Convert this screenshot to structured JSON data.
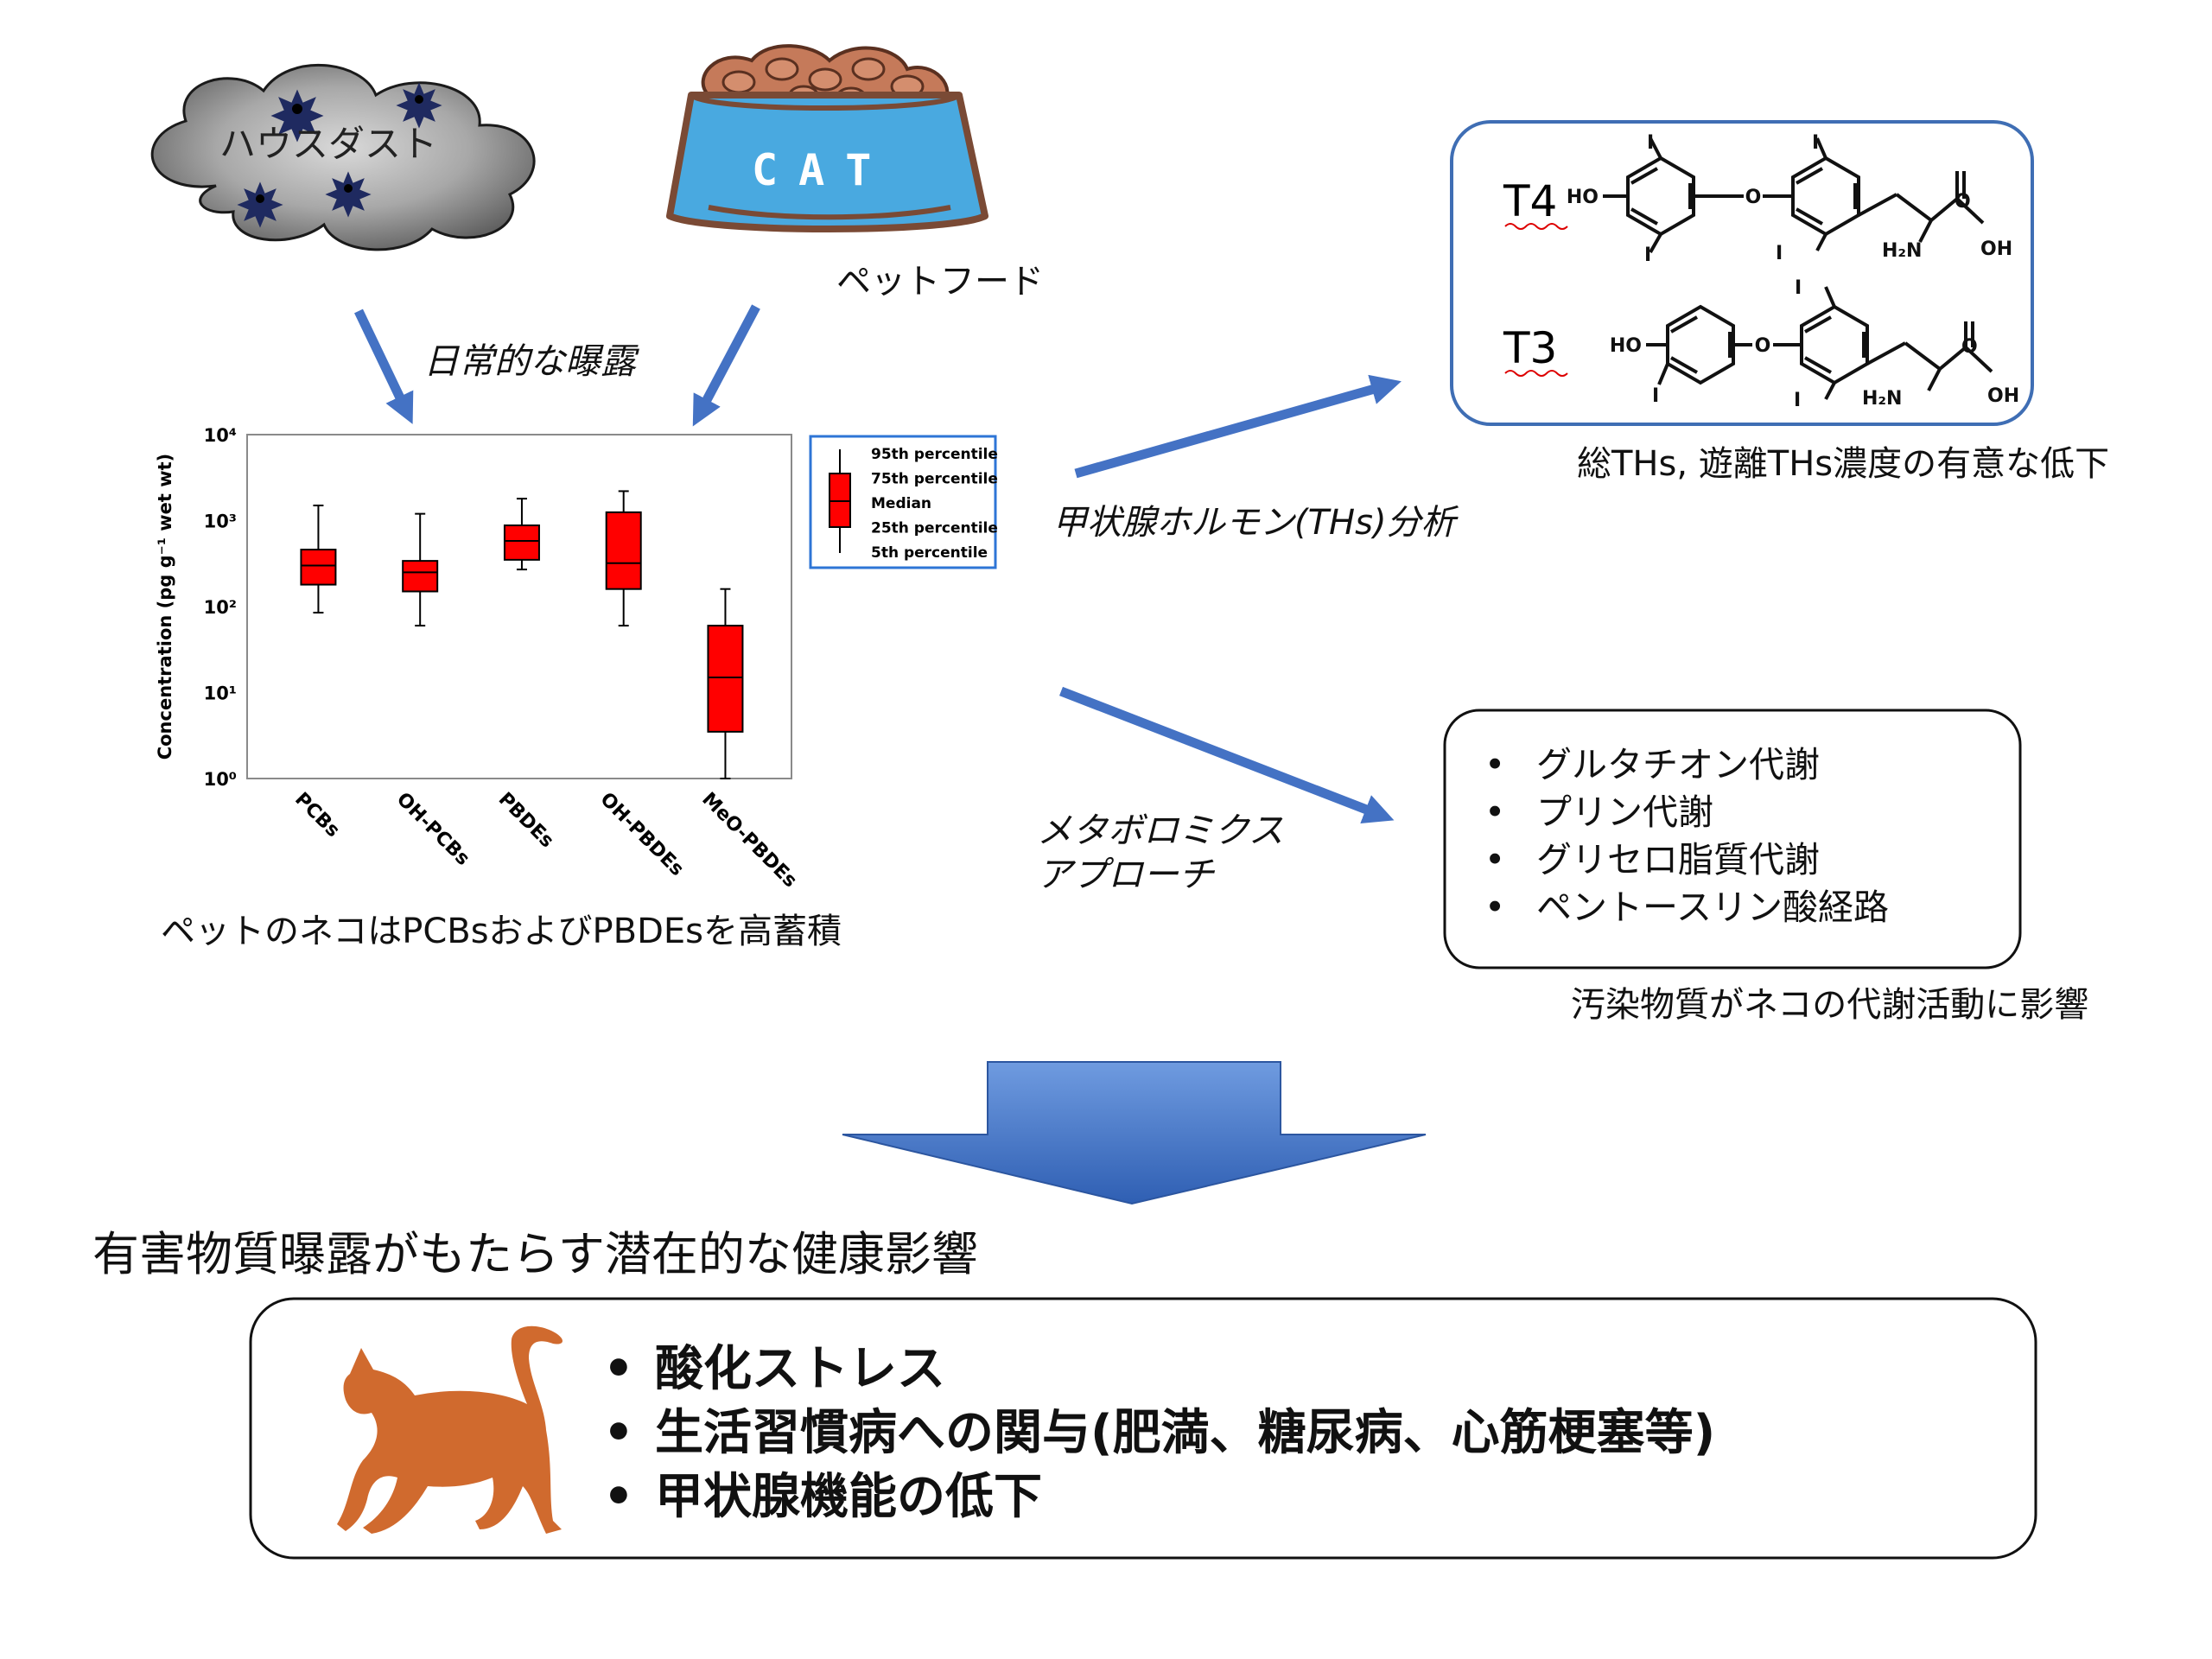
{
  "sources": {
    "dust_label": "ハウスダスト",
    "bowl_label": "CAT",
    "food_label": "ペットフード",
    "exposure_label": "日常的な曝露"
  },
  "chart_data": {
    "type": "box",
    "ylabel": "Concentration (pg g⁻¹ wet wt)",
    "yscale": "log",
    "ylim": [
      1,
      10000
    ],
    "yticks": [
      "10⁰",
      "10¹",
      "10²",
      "10³",
      "10⁴"
    ],
    "categories": [
      "PCBs",
      "OH-PCBs",
      "PBDEs",
      "OH-PBDEs",
      "MeO-PBDEs"
    ],
    "boxes": [
      {
        "p5": 85,
        "p25": 180,
        "median": 300,
        "p75": 460,
        "p95": 1500
      },
      {
        "p5": 60,
        "p25": 150,
        "median": 250,
        "p75": 340,
        "p95": 1200
      },
      {
        "p5": 270,
        "p25": 350,
        "median": 580,
        "p75": 880,
        "p95": 1800
      },
      {
        "p5": 60,
        "p25": 160,
        "median": 320,
        "p75": 1250,
        "p95": 2200
      },
      {
        "p5": 1,
        "p25": 3.5,
        "median": 15,
        "p75": 60,
        "p95": 160
      }
    ],
    "legend": [
      "95th percentile",
      "75th percentile",
      "Median",
      "25th percentile",
      "5th percentile"
    ],
    "box_color": "#ff0000"
  },
  "chart_caption": "ペットのネコはPCBsおよびPBDEsを高蓄積",
  "thyroid": {
    "arrow_label": "甲状腺ホルモン(THs)分析",
    "t4_label": "T4",
    "t3_label": "T3",
    "atoms": {
      "ho": "HO",
      "o": "O",
      "i": "I",
      "h2n": "H₂N",
      "oh": "OH"
    },
    "caption": "総THs, 遊離THs濃度の有意な低下"
  },
  "metabolomics": {
    "arrow_label_line1": "メタボロミクス",
    "arrow_label_line2": "アプローチ",
    "items": [
      "グルタチオン代謝",
      "プリン代謝",
      "グリセロ脂質代謝",
      "ペントースリン酸経路"
    ],
    "caption": "汚染物質がネコの代謝活動に影響"
  },
  "conclusion": {
    "heading": "有害物質曝露がもたらす潜在的な健康影響",
    "items": [
      "酸化ストレス",
      "生活習慣病への関与(肥満、糖尿病、心筋梗塞等)",
      "甲状腺機能の低下"
    ]
  },
  "colors": {
    "arrow_blue": "#4472c4",
    "box_border_blue": "#3f6eb4",
    "bowl_blue": "#49a9e0",
    "cat_orange": "#d06a2e"
  }
}
